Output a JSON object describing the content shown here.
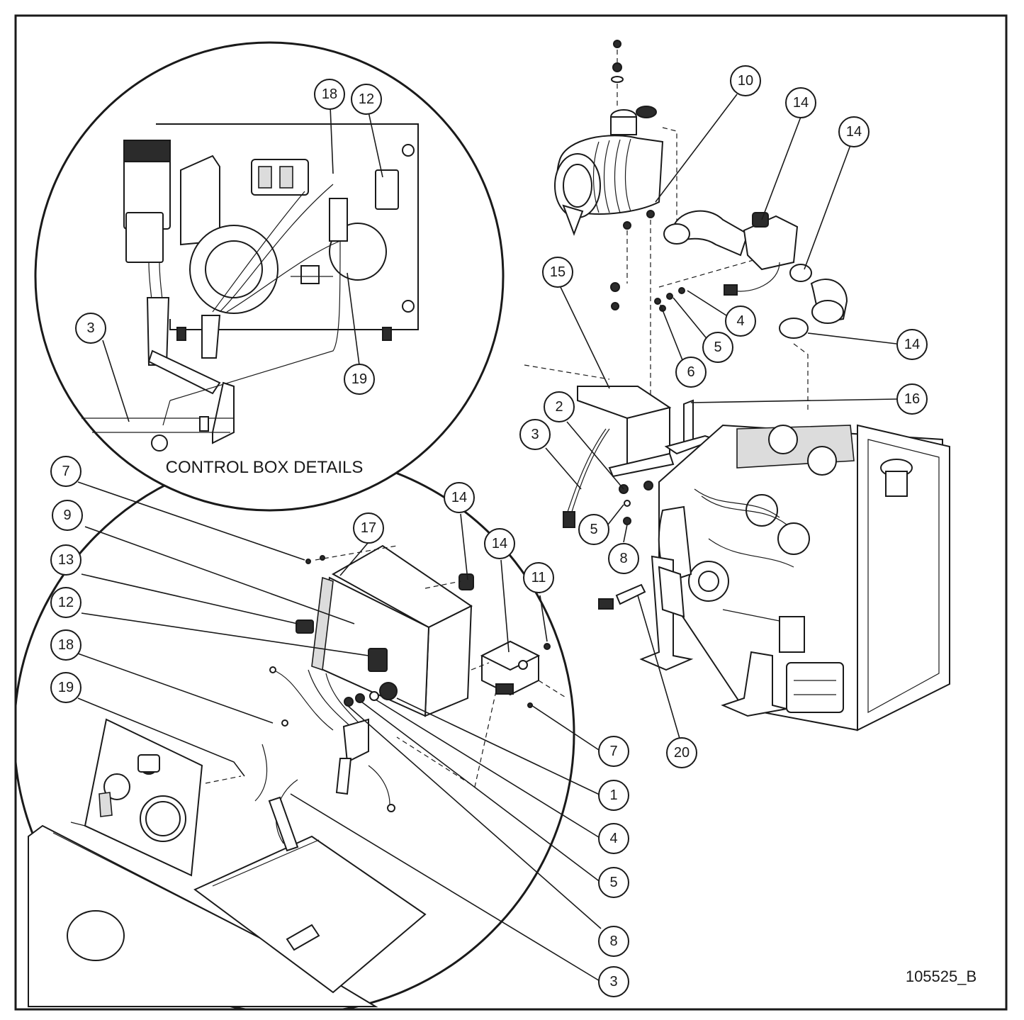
{
  "detail_label": "CONTROL BOX DETAILS",
  "drawing_number": "105525_B",
  "callouts": [
    {
      "id": "c-18-detail",
      "label": "18"
    },
    {
      "id": "c-12-detail",
      "label": "12"
    },
    {
      "id": "c-3-detail",
      "label": "3"
    },
    {
      "id": "c-19-detail",
      "label": "19"
    },
    {
      "id": "c-10",
      "label": "10"
    },
    {
      "id": "c-14-a",
      "label": "14"
    },
    {
      "id": "c-14-b",
      "label": "14"
    },
    {
      "id": "c-15",
      "label": "15"
    },
    {
      "id": "c-4-a",
      "label": "4"
    },
    {
      "id": "c-5-a",
      "label": "5"
    },
    {
      "id": "c-6",
      "label": "6"
    },
    {
      "id": "c-14-c",
      "label": "14"
    },
    {
      "id": "c-16",
      "label": "16"
    },
    {
      "id": "c-2",
      "label": "2"
    },
    {
      "id": "c-3-a",
      "label": "3"
    },
    {
      "id": "c-5-b",
      "label": "5"
    },
    {
      "id": "c-8-a",
      "label": "8"
    },
    {
      "id": "c-7-a",
      "label": "7"
    },
    {
      "id": "c-9",
      "label": "9"
    },
    {
      "id": "c-13",
      "label": "13"
    },
    {
      "id": "c-12",
      "label": "12"
    },
    {
      "id": "c-18",
      "label": "18"
    },
    {
      "id": "c-19",
      "label": "19"
    },
    {
      "id": "c-17",
      "label": "17"
    },
    {
      "id": "c-14-d",
      "label": "14"
    },
    {
      "id": "c-14-e",
      "label": "14"
    },
    {
      "id": "c-11",
      "label": "11"
    },
    {
      "id": "c-7-b",
      "label": "7"
    },
    {
      "id": "c-1",
      "label": "1"
    },
    {
      "id": "c-4-b",
      "label": "4"
    },
    {
      "id": "c-5-c",
      "label": "5"
    },
    {
      "id": "c-8-b",
      "label": "8"
    },
    {
      "id": "c-3-b",
      "label": "3"
    },
    {
      "id": "c-20",
      "label": "20"
    }
  ]
}
